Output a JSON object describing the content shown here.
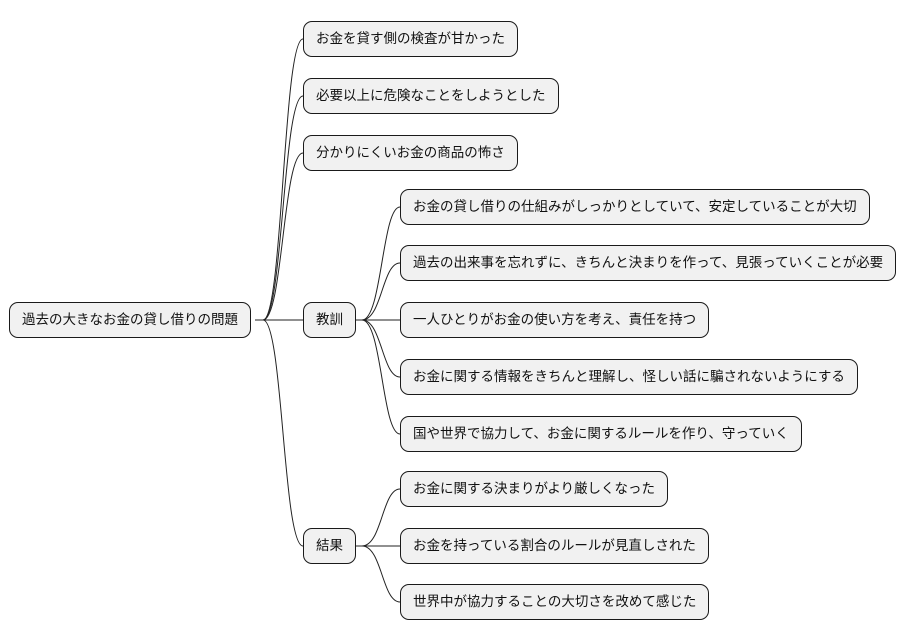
{
  "root": "過去の大きなお金の貸し借りの問題",
  "causes": [
    "お金を貸す側の検査が甘かった",
    "必要以上に危険なことをしようとした",
    "分かりにくいお金の商品の怖さ"
  ],
  "lessons": {
    "label": "教訓",
    "items": [
      "お金の貸し借りの仕組みがしっかりとしていて、安定していることが大切",
      "過去の出来事を忘れずに、きちんと決まりを作って、見張っていくことが必要",
      "一人ひとりがお金の使い方を考え、責任を持つ",
      "お金に関する情報をきちんと理解し、怪しい話に騙されないようにする",
      "国や世界で協力して、お金に関するルールを作り、守っていく"
    ]
  },
  "results": {
    "label": "結果",
    "items": [
      "お金に関する決まりがより厳しくなった",
      "お金を持っている割合のルールが見直しされた",
      "世界中が協力することの大切さを改めて感じた"
    ]
  },
  "colors": {
    "node_fill": "#f1f1f1",
    "stroke": "#1a1a1a",
    "line": "#222222"
  }
}
